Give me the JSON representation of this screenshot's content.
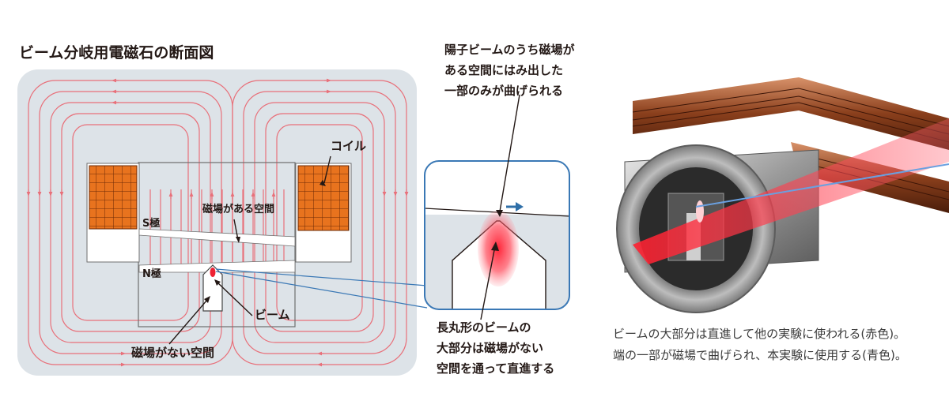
{
  "title": "ビーム分岐用電磁石の断面図",
  "labels": {
    "coil": "コイル",
    "s_pole": "S極",
    "n_pole": "N極",
    "field_space": "磁場がある空間",
    "no_field_space": "磁場がない空間",
    "beam": "ビーム"
  },
  "annotation_top": [
    "陽子ビームのうち磁場が",
    "ある空間にはみ出した",
    "一部のみが曲げられる"
  ],
  "annotation_bottom": [
    "長丸形のビームの",
    "大部分は磁場がない",
    "空間を通って直進する"
  ],
  "caption": [
    "ビームの大部分は直進して他の実験に使われる(赤色)。",
    "端の一部が磁場で曲げられ、本実験に使用する(青色)。"
  ],
  "colors": {
    "field_line": "#e8707a",
    "coil_fill": "#e8731e",
    "background_panel": "#dde3e8",
    "zoom_frame": "#3a78b5",
    "beam_red": "#ee2233",
    "bent_beam_blue": "#2f6fa8"
  }
}
